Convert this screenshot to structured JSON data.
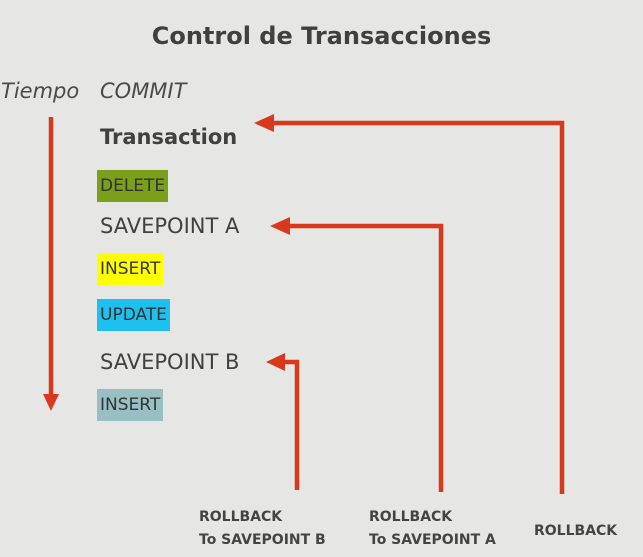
{
  "title": "Control de Transacciones",
  "labels": {
    "tiempo": "Tiempo",
    "commit": "COMMIT",
    "transaction": "Transaction",
    "savepoint_a": "SAVEPOINT A",
    "savepoint_b": "SAVEPOINT B"
  },
  "statements": {
    "delete": {
      "text": "DELETE",
      "color": "#7aa01a"
    },
    "insert_1": {
      "text": "INSERT",
      "color": "#ffff00"
    },
    "update": {
      "text": "UPDATE",
      "color": "#1ec0ef"
    },
    "insert_2": {
      "text": "INSERT",
      "color": "#97bfc4"
    }
  },
  "rollbacks": {
    "to_b": {
      "line1": "ROLLBACK",
      "line2": "To SAVEPOINT B"
    },
    "to_a": {
      "line1": "ROLLBACK",
      "line2": "To SAVEPOINT A"
    },
    "all": {
      "line1": "ROLLBACK"
    }
  },
  "colors": {
    "arrow": "#d9391a",
    "background": "#e6e6e5"
  }
}
